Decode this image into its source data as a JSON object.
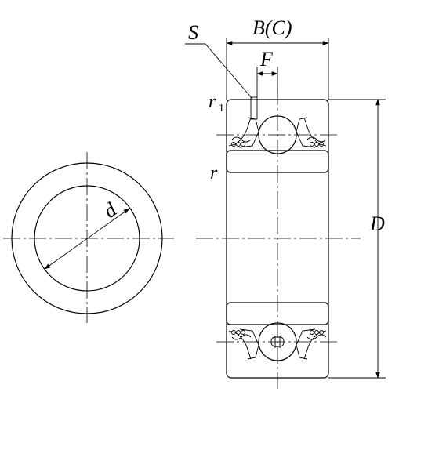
{
  "labels": {
    "bore": "d",
    "outer_diameter": "D",
    "width": "B(C)",
    "seal": "S",
    "flange": "F",
    "fillet_r1": "r",
    "fillet_r1_sub": "1",
    "fillet_r": "r"
  }
}
